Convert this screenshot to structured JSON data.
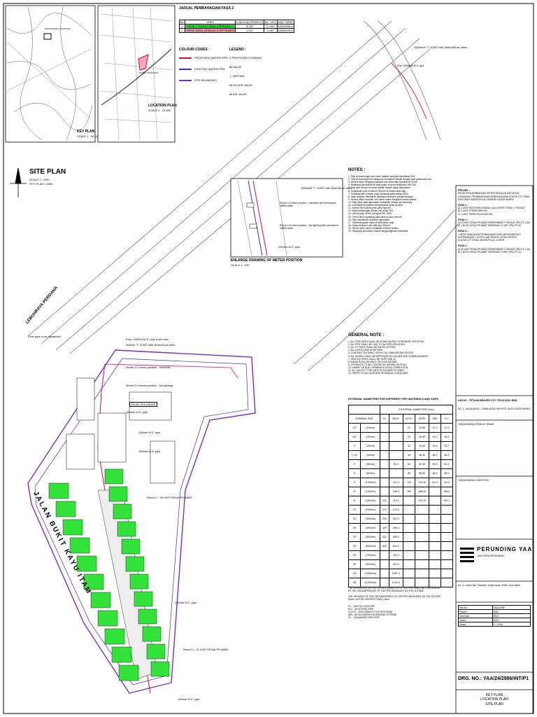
{
  "key_plan": {
    "title": "KEY PLAN",
    "scale": "SCALE 1 : 50 00",
    "label": "DAMANSARA CADANGAN"
  },
  "location_plan": {
    "title": "LOCATION PLAN",
    "scale": "SCALE 1 : 12 500",
    "label": "TAPAK CADANGAN"
  },
  "site_plan": {
    "title": "SITE PLAN",
    "scale": "SCALE 1 : 1000",
    "sub": "STIT PLAN 1 5464"
  },
  "parcel_table": {
    "title": "JADUAL PEMBAHAGIAN FASA 2",
    "headers": [
      "BIL",
      "JENIS",
      "LUAS (KAKI PERSEGI)",
      "BIL. UNIT",
      "KAW. TAPAK"
    ],
    "rows": [
      [
        "1.",
        "KEDAI 2 TINGKAT (FASA 2 PERKARA 1)",
        "32 400",
        "71 UNIT",
        "KAWASAN A"
      ],
      [
        "2.",
        "PAPAN TANDA (SEBAGAI CORP SEMEN)",
        "1 200",
        "1 UNIT",
        "KAWASAN B"
      ]
    ]
  },
  "colour_codes": {
    "title": "COLOUR CODES :",
    "items": [
      "PROPOSED WATER PIPE",
      "EXISTING WATER PIPE",
      "SITE BOUNDARY"
    ]
  },
  "legend": {
    "title": "LEGEND :",
    "items": [
      "PROPOSED HYDRANT",
      "VALVE",
      "TAPPING",
      "SCOUR VALVE",
      "AIR VALVE"
    ]
  },
  "notes": {
    "title": "NOTES :",
    "lines": [
      "1. Pipe penhubungan dan meter adalah mengikut spesifikasi SAJ.",
      "2. Pipe perhubungan ke bangunan hendaklah diletak dengan pipe galvanized iron.",
      "3. Semua kerja mengikut piawaian dan kehendak Syarikat Air Johor.",
      "4. Sebarang perubahan ke atas pelan ini perlu diluluskan oleh SAJ.",
      "5. Saiz pipe dan jenis bahan adalah seperti yang ditunjukkan.",
      "6. Kedalaman pipe minimum 900mm di bawah aras siap.",
      "7. Penanda pipe (marker post) dipasang pada setiap 100m.",
      "8. Ujian tekanan hendaklah dijalankan sebelum penyambungan.",
      "9. Semua valve chamber dan meter stand mengikut lukisan piawai.",
      "10. Paip yang tidak digunakan hendaklah ditutup dan dipotong.",
      "11. Kontraktor hendaklah menyediakan pelan as-built.",
      "12. Semua fire hydrant jenis pillar hydrant.",
      "13. Kerja sambungan dibuat oleh pihak SAJ.",
      "14. Semua paip HDPE mengikut MS 1058.",
      "15. Thrust block dipasang pada semua bend dan tee.",
      "16. Pipe disinfection sebelum digunakan.",
      "17. Tiada bangunan kekal di atas laluan paip.",
      "18. Jarak minimum dari utiliti lain 300mm.",
      "19. Semua jenis valve hendaklah resilient seated.",
      "20. Sebarang kerosakan adalah tanggungjawab kontraktor."
    ]
  },
  "general_note": {
    "title": "GENERAL NOTE :",
    "lines": [
      "1. ALL PIPE SIZES SHALL BE IN MM UNLESS OTHERWISE SPECIFIED.",
      "2. ALL PIPE SHALL BE LAID TO SAJ SPECIFICATION.",
      "3. ALL FITTINGS SHALL BE RATED AT PN16.",
      "4. ALL LEVELS ARE IN METRES.",
      "5. CONTRACTOR SHALL VERIFY ALL DIMENSIONS ON SITE.",
      "6. ALL WORKS SHALL BE APPROVED BY SAJ BEFORE COMMENCEMENT.",
      "7. SERVICE PIPES SHALL BE HDPE SDR 11.",
      "8. MAINS SHALL BE MSCL OR DI AS SHOWN.",
      "9. HYDRANTS TO BE LOCATED AS SHOWN ON PLAN.",
      "10. SUBMIT AS-BUILT DRAWINGS UPON COMPLETION.",
      "11. ALL VALVES TO BE ANTI-CLOCKWISE CLOSING.",
      "12. REFER TO SAJ UNIFORM TECHNICAL GUIDELINES."
    ]
  },
  "pipe_table": {
    "title": "EXTERNAL DIAMETERS FOR DIFFERENT PIPE MATERIALS AND SIZES",
    "group": "EXTERNAL DIAMETERS (mm)",
    "headers": [
      "NOMINAL SIZE",
      "",
      "DI",
      "MSCL",
      "uPVC",
      "HDPE",
      "ABS",
      "G.I."
    ],
    "rows": [
      [
        "1/2\"",
        "(15mm)",
        "",
        "",
        "21",
        "20.60",
        "21.3",
        "21.3"
      ],
      [
        "3/4\"",
        "(20mm)",
        "",
        "",
        "26",
        "25.40",
        "26.7",
        "26.9"
      ],
      [
        "1\"",
        "(25mm)",
        "",
        "",
        "32",
        "33.40",
        "33.4",
        "33.7"
      ],
      [
        "1 1/2\"",
        "(40mm)",
        "",
        "",
        "48",
        "48.30",
        "48.3",
        "48.3"
      ],
      [
        "2\"",
        "(50mm)",
        "",
        "60.3",
        "60",
        "60.30",
        "60.3",
        "60.3"
      ],
      [
        "3\"",
        "(80mm)",
        "",
        "",
        "89",
        "88.90",
        "88.9",
        "88.9"
      ],
      [
        "4\"",
        "(100mm)",
        "",
        "114.3",
        "110",
        "114.30",
        "114.3",
        "114.3"
      ],
      [
        "6\"",
        "(150mm)",
        "",
        "168.3",
        "160",
        "168.30",
        "",
        "168.3"
      ],
      [
        "8\"",
        "(200mm)",
        "222",
        "219.1",
        "",
        "219.10",
        "",
        "219.1"
      ],
      [
        "10\"",
        "(250mm)",
        "274",
        "273.0",
        "",
        "",
        "",
        ""
      ],
      [
        "12\"",
        "(300mm)",
        "326",
        "323.9",
        "",
        "",
        "",
        ""
      ],
      [
        "16\"",
        "(400mm)",
        "429",
        "406.4",
        "",
        "",
        "",
        ""
      ],
      [
        "20\"",
        "(500mm)",
        "532",
        "508.0",
        "",
        "",
        "",
        ""
      ],
      [
        "24\"",
        "(600mm)",
        "635",
        "610.0",
        "",
        "",
        "",
        ""
      ],
      [
        "30\"",
        "(750mm)",
        "",
        "762.0",
        "",
        "",
        "",
        ""
      ],
      [
        "36\"",
        "(900mm)",
        "",
        "914.0",
        "",
        "",
        "",
        ""
      ],
      [
        "42\"",
        "(1050mm)",
        "",
        "1067.0",
        "",
        "",
        "",
        ""
      ],
      [
        "48\"",
        "(1200mm)",
        "",
        "1219.0",
        "",
        "",
        "",
        ""
      ]
    ]
  },
  "reference_notes": {
    "lines": [
      "THE REFERENCE ON THE OUTSIDE DIAMETER OF THE PIPE SHALL BE CONTROLLED",
      "BY THE CIRCUMFERENCE OF THE PIPE MEASURED ON THE OUTSIDE.",
      "THE VARIANCE OF THE CIRCUMFERENCE OF THE PIPE MEASURED ON THE OUTSIDE",
      "SHALL NOT BE GREATER THAN 1.0mm."
    ],
    "abbreviations": [
      "D.I. - DUCTILE IRON PIPE",
      "M.S. - MILD STEEL PIPE",
      "H.D.P.E. - HIGH DENSITY POLYETHYLENE",
      "ABS - ACRYLONITRILE BUTADIENE STYRENE",
      "G.I. - GALVANIZED IRON PIPE"
    ]
  },
  "enlarge": {
    "title": "ENLARGE DRAWING OF METER POSITION",
    "scale": "SCALE 1 : 100"
  },
  "annotations": {
    "meter_top": "300mmØ 'T' JOINT with 300mmØ air valve",
    "pipe_top": "Prop. 300mmØ M.S. pipe",
    "meter_enl_1": "100mmØ 'T' JOINT with 50mmØ air valve",
    "meter_enl_2": "50mm 2.5 metre position - domestic with permanent utilities pillar",
    "meter_enl_3": "50mm 2.5 metre position - fire fighting with permanent utilities pillar",
    "pipe_enl": "150mm M.S. pipe",
    "site_1": "Exist pipe to be disbanded",
    "site_2": "Prop. 150mm M.S. pipe from main",
    "site_3": "300mm 'T' JOINT with 50mmØ air valve",
    "site_4": "50mm 2.5 metre position - domestic",
    "site_5": "50mm 2.5 metre position - fire fighting",
    "site_6": "JALAN SEKUNDER",
    "site_7": "150mm M.S. pipe",
    "site_8": "100mm M.S. pipe",
    "site_9": "100mm M.S. pipe",
    "site_10": "Rekod 1 - 40 UNIT KEDAI PEJABAT",
    "site_11": "150mm M.S. pipe",
    "site_12": "Rekod 2 - 21 UNIT KEDAI PEJABAT",
    "site_13": "150mm M.S. pipe",
    "road_left": "JALAN BUKIT KAYU ITAM",
    "road_top": "LEBUHRAYA PERDANA"
  },
  "title_block": {
    "project": "PROJEK :",
    "project_desc": "PELAN PENGEMBANGAN SISTEM BEKALAN AIR UNTUK CADANGAN PEMBANGUNAN PERDAGANGAN DI ATAS LOT 29062 DAN 29063 MUKIM PULAI, DAERAH JOHOR BAHRU",
    "fasa1": "FASA 1 :",
    "fasa1_lines": [
      "A) 1 UNIT RESTORAN PANDU LALU (DRIVE THRU) 1 TINGKAT",
      "B) 1 UNIT STESEN MINYAK",
      "C) 1 UNIT PAPAN IKLAN DIGITAL"
    ],
    "fasa2": "FASA 2 :",
    "fasa2_lines": [
      "A) 40 UNIT KEDAI PEJABAT BERKEMBAR 2 TINGKAT (PELOT 1-40)",
      "B) 1 BLOK KEDAI PEJABAT SESEBUAH 3 UNIT (PELOT 41)"
    ],
    "fasa3": "FASA 3 :",
    "fasa3_lines": [
      "1 BLOK BANGUNAN PERNIAGAAN YANG MENGANDUNGI",
      "SUPERMARKET, HOTEL DAN TEMPAT LETAK KERETA",
      "DI ATAS LOT 29063, MUKIM PULAI, JOHOR"
    ],
    "fasa4": "FASA 4 :",
    "fasa4_lines": [
      "A) 40 UNIT KEDAI PEJABAT BERKEMBAR 3 TINGKAT (PELOT 1-40)",
      "B) 1 BLOK KEDAI PEJABAT SESEBUAH 3 UNIT (PELOT 41)"
    ],
    "client": "UNTUK : TETUAN BEAVER CITY TECH SDN. BHD.",
    "client_addr": "NO. 1, JALAN ADDA 1, TAMAN ADDA HEIGHTS, 81100 JOHOR BAHRU",
    "sig1": "TANDATANGAN PEMILIK TANAH",
    "sig2": "TANDATANGAN JURUTERA",
    "firm": "PERUNDING YAA",
    "firm_sub": "JURUTERA PERUNDING",
    "firm_addr": "No. 11, Jalan Dato' Sulaiman, Taman Abad, 80250 Johor Bahru",
    "fields": [
      [
        "Fail No.",
        "YAA/2986"
      ],
      [
        "Dilukis",
        "ZAN"
      ],
      [
        "Disemak",
        "ENG"
      ],
      [
        "Tarikh",
        "2023"
      ],
      [
        "Skala",
        "1 : 1000"
      ]
    ],
    "dwg_no": "DRG. NO.: YAA/24/2986/INT/P1",
    "footer": [
      "KEY PLAN",
      "LOCATION PLAN",
      "SITE PLAN"
    ]
  },
  "colors": {
    "proposed": "#e0005a",
    "existing": "#3b2fb5",
    "boundary": "#7a2bd0",
    "lot": "#33e33a"
  }
}
